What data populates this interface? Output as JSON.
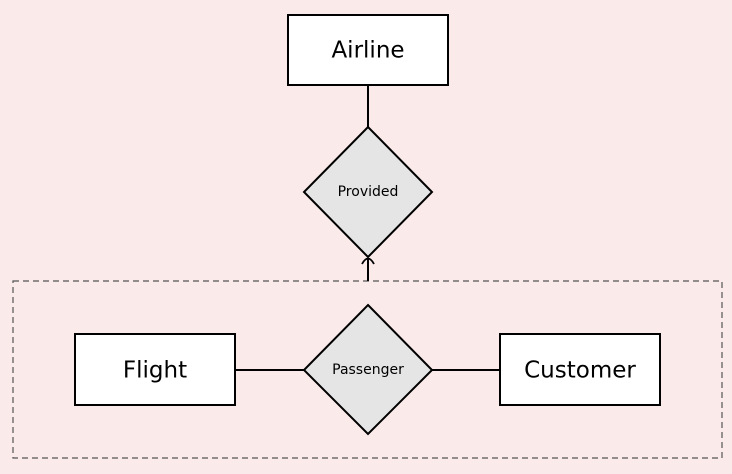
{
  "entities": {
    "airline": "Airline",
    "flight": "Flight",
    "customer": "Customer"
  },
  "relationships": {
    "provided": "Provided",
    "passenger": "Passenger"
  },
  "colors": {
    "background": "#fbeaea",
    "entity_fill": "#ffffff",
    "relationship_fill": "#e5e5e5",
    "stroke": "#000000",
    "aggregation_border": "#555555"
  }
}
